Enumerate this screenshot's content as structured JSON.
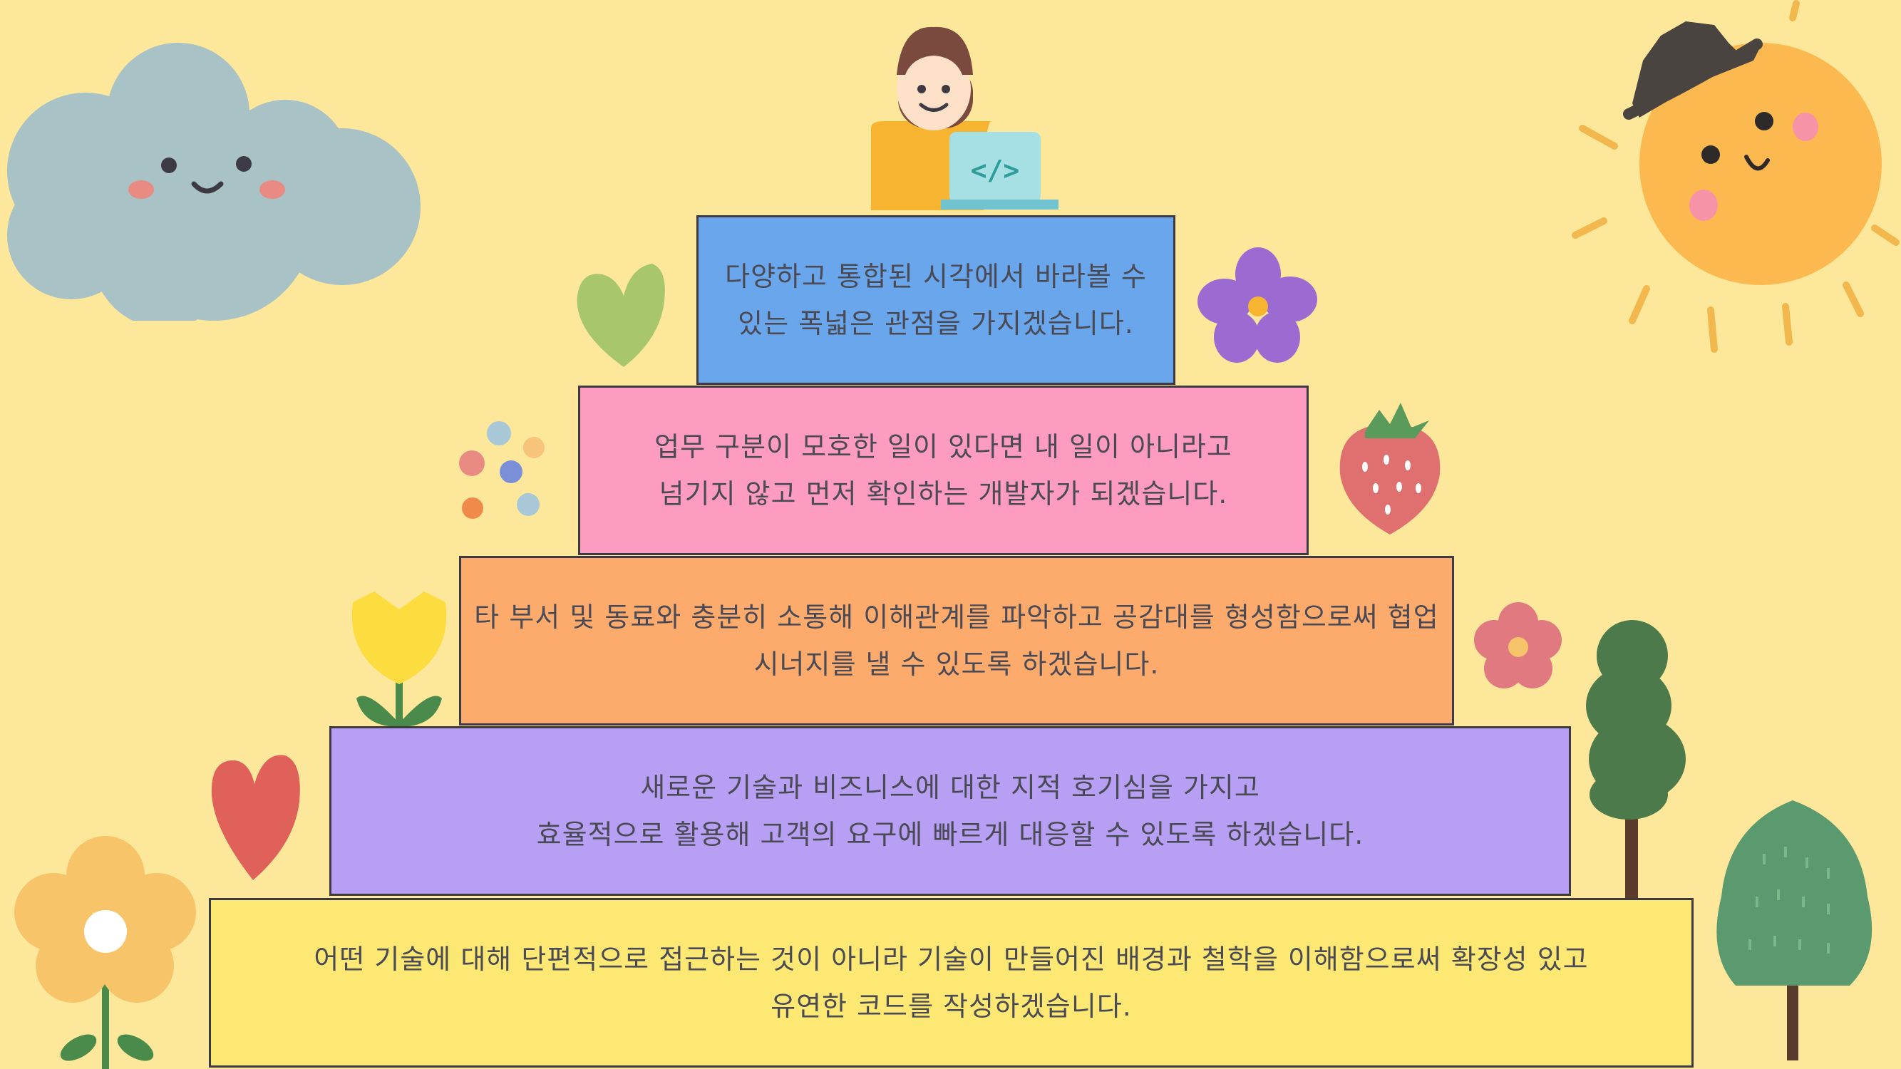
{
  "slide": {
    "background_color": "#fde79a",
    "tiers": [
      {
        "lines": [
          "다양하고 통합된 시각에서 바라볼 수",
          "있는 폭넓은 관점을 가지겠습니다."
        ],
        "color": "#6aa6ec"
      },
      {
        "lines": [
          "업무 구분이 모호한 일이 있다면 내 일이 아니라고",
          "넘기지 않고 먼저 확인하는 개발자가 되겠습니다."
        ],
        "color": "#fd9cc0"
      },
      {
        "lines": [
          "타 부서 및 동료와 충분히 소통해 이해관계를 파악하고 공감대를 형성함으로써 협업",
          "시너지를 낼 수 있도록 하겠습니다."
        ],
        "color": "#fdab6d"
      },
      {
        "lines": [
          "새로운 기술과 비즈니스에 대한 지적 호기심을 가지고",
          "효율적으로 활용해 고객의 요구에 빠르게 대응할 수 있도록 하겠습니다."
        ],
        "color": "#b7a0f4"
      },
      {
        "lines": [
          "어떤 기술에 대해 단편적으로 접근하는 것이 아니라 기술이 만들어진 배경과 철학을 이해함으로써 확장성 있고",
          "유연한 코드를 작성하겠습니다."
        ],
        "color": "#fde873"
      }
    ],
    "decorations": [
      "cloud-character",
      "sun-character-with-hat",
      "developer-with-laptop",
      "green-heart",
      "purple-flower",
      "confetti-dots",
      "strawberry",
      "yellow-tulip",
      "pink-flower",
      "red-heart",
      "tall-tree",
      "pine-tree",
      "big-flower"
    ]
  }
}
